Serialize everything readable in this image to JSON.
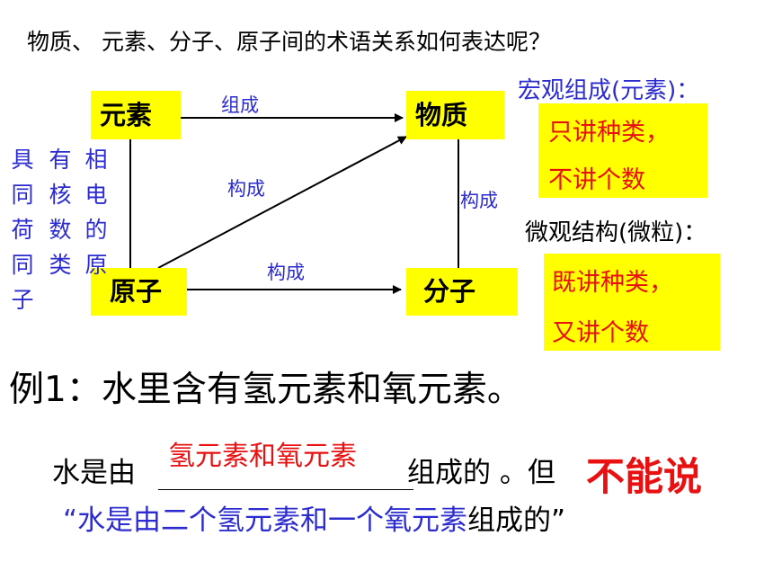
{
  "title": "物质、 元素、分子、原子间的术语关系如何表达呢？",
  "nodes": {
    "element": "元素",
    "substance": "物质",
    "atom": "原子",
    "molecule": "分子"
  },
  "edges": {
    "element_to_substance": "组成",
    "atom_to_substance": "构成",
    "molecule_to_substance": "构成",
    "atom_to_molecule": "构成"
  },
  "side_note_columns": [
    "相电的原",
    "有核数类",
    "具同荷同子"
  ],
  "macro": {
    "heading": "宏观组成(元素)：",
    "line1": "只讲种类，",
    "line2": "不讲个数"
  },
  "micro": {
    "heading": "微观结构(微粒)：",
    "line1": "既讲种类，",
    "line2": "又讲个数"
  },
  "example": {
    "heading": "例1：水里含有氢元素和氧元素。",
    "prefix": "水是由",
    "answer": "氢元素和氧元素",
    "suffix": "组成的 。但",
    "cannot_say": "不能说",
    "quote_open": "“",
    "quote_body": "水是由二个氢元素和一个氧元素",
    "quote_tail": "组成的”"
  },
  "colors": {
    "highlight": "#ffff00",
    "blue_text": "#2b2bd0",
    "red_text": "#e81010"
  }
}
